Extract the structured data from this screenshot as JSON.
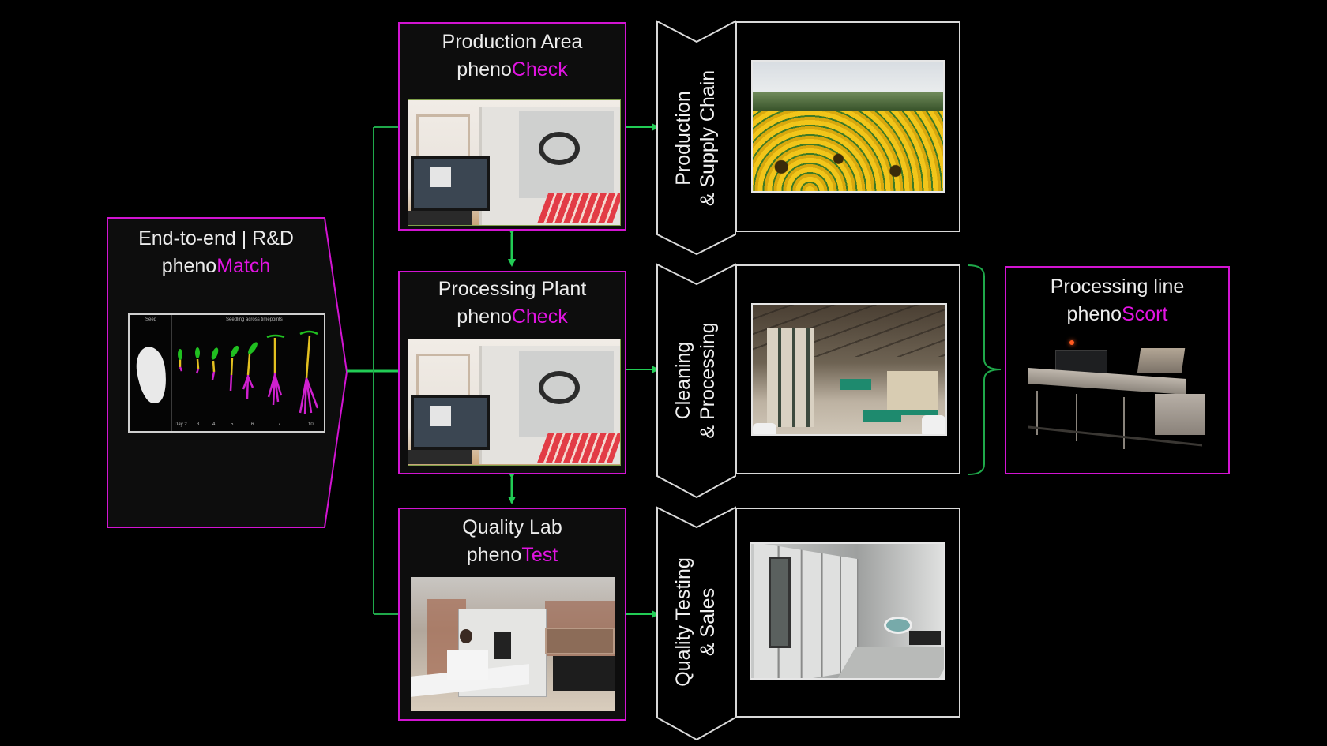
{
  "colors": {
    "background": "#000000",
    "accent_magenta": "#d214d2",
    "connector_green": "#22cc55",
    "panel_border": "#d9d9d9"
  },
  "rnd": {
    "title_line1": "End-to-end | R&D",
    "prefix": "pheno",
    "product": "Match",
    "inset": {
      "seed_label": "Seed",
      "seedling_label": "Seedling across timepoints",
      "days": [
        "Day 2",
        "3",
        "4",
        "5",
        "6",
        "7",
        "10"
      ]
    }
  },
  "stations": [
    {
      "title_line1": "Production Area",
      "prefix": "pheno",
      "product": "Check",
      "photo": "phenoCheck instrument with monitor"
    },
    {
      "title_line1": "Processing Plant",
      "prefix": "pheno",
      "product": "Check",
      "photo": "phenoCheck instrument with monitor"
    },
    {
      "title_line1": "Quality Lab",
      "prefix": "pheno",
      "product": "Test",
      "photo": "Lab with operator at workstation"
    }
  ],
  "stages": [
    {
      "line1": "Production",
      "line2": "& Supply Chain",
      "photo": "Sunflower field"
    },
    {
      "line1": "Cleaning",
      "line2": "& Processing",
      "photo": "Seed processing plant interior"
    },
    {
      "line1": "Quality Testing",
      "line2": "& Sales",
      "photo": "Germination chamber corridor"
    }
  ],
  "processing_line": {
    "title_line1": "Processing line",
    "prefix": "pheno",
    "product": "Scort",
    "photo": "phenoScort sorting machine"
  }
}
